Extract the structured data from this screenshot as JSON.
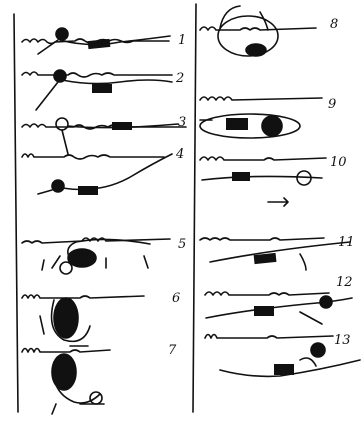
{
  "labels": [
    "1",
    "2",
    "3",
    "4",
    "5",
    "6",
    "7",
    "8",
    "9",
    "10",
    "11",
    "12",
    "13"
  ],
  "colors": {
    "ink": "#111111",
    "paper": "#ffffff"
  }
}
